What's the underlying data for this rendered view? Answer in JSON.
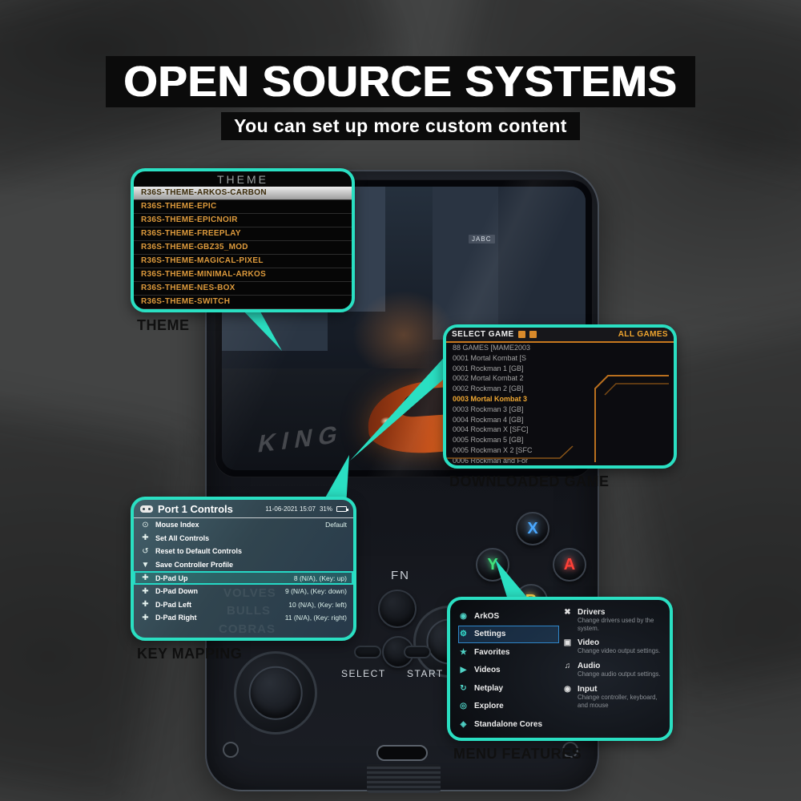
{
  "header": {
    "title": "OPEN SOURCE SYSTEMS",
    "subtitle": "You can set up more custom content"
  },
  "callouts": {
    "theme_label": "THEME",
    "game_label": "DOWNLOADED GAME",
    "keymap_label": "KEY MAPPING",
    "menu_label": "MENU FEATURES"
  },
  "theme_panel": {
    "header": "THEME",
    "selected_index": 0,
    "items": [
      "R36S-THEME-ARKOS-CARBON",
      "R36S-THEME-EPIC",
      "R36S-THEME-EPICNOIR",
      "R36S-THEME-FREEPLAY",
      "R36S-THEME-GBZ35_MOD",
      "R36S-THEME-MAGICAL-PIXEL",
      "R36S-THEME-MINIMAL-ARKOS",
      "R36S-THEME-NES-BOX",
      "R36S-THEME-SWITCH"
    ]
  },
  "game_panel": {
    "header_left": "SELECT GAME",
    "header_right": "ALL GAMES",
    "selected_index": 5,
    "items": [
      "88 GAMES [MAME2003",
      "0001 Mortal Kombat [S",
      "0001 Rockman 1 [GB]",
      "0002 Mortal Kombat 2",
      "0002 Rockman 2 [GB]",
      "0003 Mortal Kombat 3",
      "0003 Rockman 3 [GB]",
      "0004 Rockman 4 [GB]",
      "0004 Rockman X [SFC]",
      "0005 Rockman 5 [GB]",
      "0005 Rockman X 2 [SFC",
      "0006 Rockman and For"
    ]
  },
  "keymap_panel": {
    "title": "Port 1 Controls",
    "datetime": "11-06-2021 15:07",
    "battery": "31%",
    "selected_index": 4,
    "watermarks": [
      "VOLVES",
      "BULLS",
      "COBRAS"
    ],
    "rows": [
      {
        "icon": "mouse",
        "icon_glyph": "⊙",
        "label": "Mouse Index",
        "value": "Default"
      },
      {
        "icon": "set-all-controls",
        "icon_glyph": "✚",
        "label": "Set All Controls",
        "value": ""
      },
      {
        "icon": "reset",
        "icon_glyph": "↺",
        "label": "Reset to Default Controls",
        "value": ""
      },
      {
        "icon": "save",
        "icon_glyph": "▼",
        "label": "Save Controller Profile",
        "value": ""
      },
      {
        "icon": "dpad-up",
        "icon_glyph": "✚",
        "label": "D-Pad Up",
        "value": "8 (N/A), (Key: up)"
      },
      {
        "icon": "dpad-down",
        "icon_glyph": "✚",
        "label": "D-Pad Down",
        "value": "9 (N/A), (Key: down)"
      },
      {
        "icon": "dpad-left",
        "icon_glyph": "✚",
        "label": "D-Pad Left",
        "value": "10 (N/A), (Key: left)"
      },
      {
        "icon": "dpad-right",
        "icon_glyph": "✚",
        "label": "D-Pad Right",
        "value": "11 (N/A), (Key: right)"
      }
    ]
  },
  "menu_panel": {
    "selected_index": 1,
    "left_items": [
      {
        "icon": "gamepad",
        "icon_glyph": "◉",
        "label": "ArkOS"
      },
      {
        "icon": "gear",
        "icon_glyph": "⚙",
        "label": "Settings"
      },
      {
        "icon": "star",
        "icon_glyph": "★",
        "label": "Favorites"
      },
      {
        "icon": "film",
        "icon_glyph": "▶",
        "label": "Videos"
      },
      {
        "icon": "netplay",
        "icon_glyph": "↻",
        "label": "Netplay"
      },
      {
        "icon": "explore",
        "icon_glyph": "◎",
        "label": "Explore"
      },
      {
        "icon": "cores",
        "icon_glyph": "◈",
        "label": "Standalone Cores"
      }
    ],
    "right_items": [
      {
        "icon": "tools",
        "icon_glyph": "✖",
        "label": "Drivers",
        "desc": "Change drivers used by the system."
      },
      {
        "icon": "display",
        "icon_glyph": "▣",
        "label": "Video",
        "desc": "Change video output settings."
      },
      {
        "icon": "audio",
        "icon_glyph": "♫",
        "label": "Audio",
        "desc": "Change audio output settings."
      },
      {
        "icon": "input",
        "icon_glyph": "◉",
        "label": "Input",
        "desc": "Change controller, keyboard, and mouse"
      }
    ]
  },
  "console": {
    "fn_label": "FN",
    "select_label": "SELECT",
    "start_label": "START",
    "buttons": {
      "x": "X",
      "y": "Y",
      "a": "A",
      "b": "B"
    },
    "screen": {
      "billboard_text": "JABC",
      "road_text": "KING"
    }
  },
  "colors": {
    "accent_teal": "#2adfc2",
    "theme_text": "#dd9a3c",
    "game_highlight": "#f0a832",
    "keymap_highlight": "#25d8c5",
    "menu_highlight": "#2f86c9"
  }
}
